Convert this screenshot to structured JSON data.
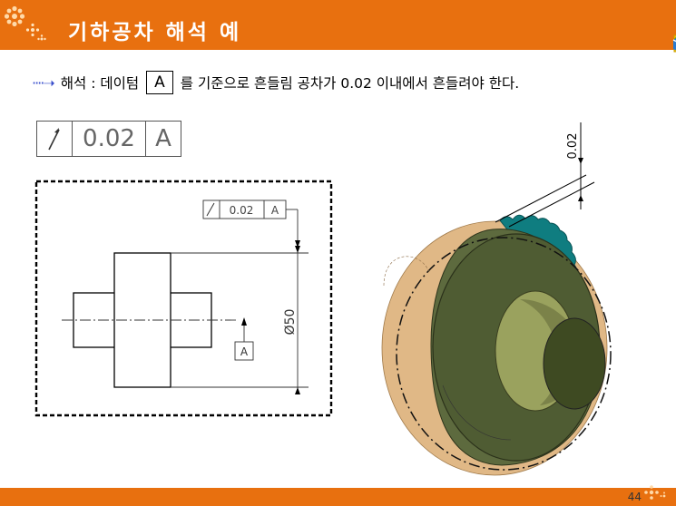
{
  "header": {
    "title": "기하공차 해석 예",
    "bar_color": "#e8700f"
  },
  "description": {
    "prefix": "해석 : 데이텀",
    "datum": "A",
    "suffix": "를 기준으로 흔들림 공차가 0.02 이내에서 흔들려야 한다."
  },
  "fcf": {
    "symbol_icon": "circular-runout-arrow-icon",
    "tolerance": "0.02",
    "datum": "A"
  },
  "drawing": {
    "fcf_tolerance": "0.02",
    "fcf_datum": "A",
    "datum_label": "A",
    "diameter_label": "Ø50"
  },
  "model3d": {
    "dimension_label": "0.02"
  },
  "footer": {
    "page_number": "44"
  }
}
